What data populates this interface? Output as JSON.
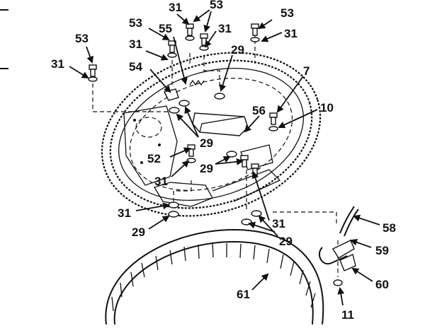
{
  "diagram": {
    "callouts": {
      "c31_top": "31",
      "c53_top": "53",
      "c53_topright": "53",
      "c31_topright": "31",
      "c53_left": "53",
      "c31_left1": "31",
      "c55": "55",
      "c31_mid": "31",
      "c53_far": "53",
      "c31_far": "31",
      "c29_top": "29",
      "c54": "54",
      "c7": "7",
      "c10": "10",
      "c56": "56",
      "c29_mid1": "29",
      "c52": "52",
      "c29_mid2": "29",
      "c31_mid2": "31",
      "c31_low": "31",
      "c29_low": "29",
      "c31_bottom": "31",
      "c29_bottom": "29",
      "c58": "58",
      "c59": "59",
      "c60": "60",
      "c61": "61",
      "c11": "11"
    }
  }
}
